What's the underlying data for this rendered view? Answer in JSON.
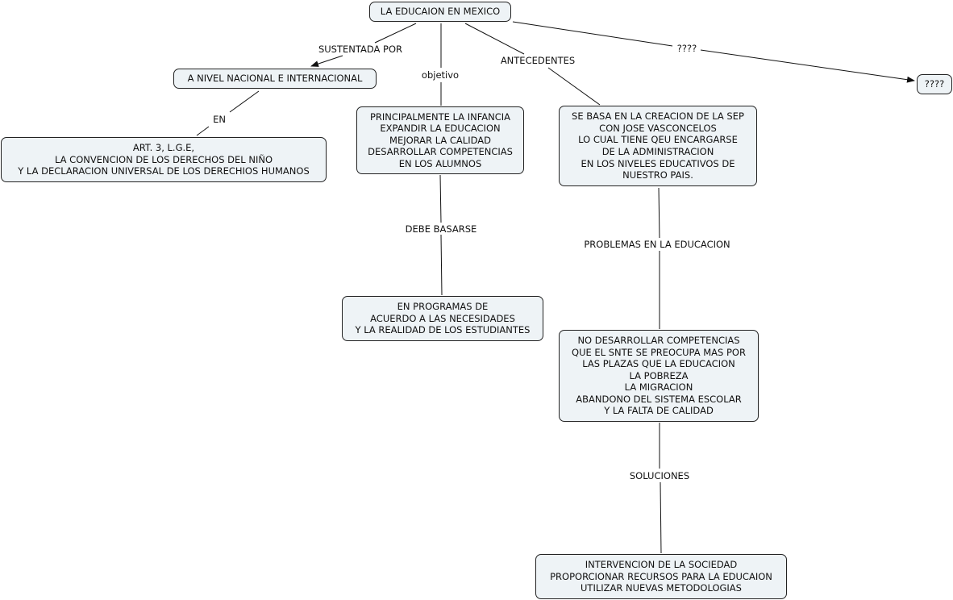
{
  "nodes": {
    "root": {
      "lines": [
        "LA EDUCAION EN MEXICO"
      ]
    },
    "unknown": {
      "lines": [
        "????"
      ]
    },
    "nivel": {
      "lines": [
        "A NIVEL NACIONAL E INTERNACIONAL"
      ]
    },
    "leyes": {
      "lines": [
        "ART. 3, L.G.E,",
        "LA CONVENCION DE LOS DERECHOS DEL NIÑO",
        "Y LA DECLARACION UNIVERSAL DE LOS DERECHIOS HUMANOS"
      ]
    },
    "objetivos": {
      "lines": [
        "PRINCIPALMENTE LA INFANCIA",
        "EXPANDIR LA EDUCACION",
        "MEJORAR LA CALIDAD",
        "DESARROLLAR COMPETENCIAS",
        "EN LOS ALUMNOS"
      ]
    },
    "programas": {
      "lines": [
        "EN PROGRAMAS DE",
        "ACUERDO A LAS NECESIDADES",
        "Y LA REALIDAD DE LOS ESTUDIANTES"
      ]
    },
    "sep": {
      "lines": [
        "SE BASA EN LA CREACION DE LA SEP",
        "CON JOSE VASCONCELOS",
        "LO CUAL TIENE QEU ENCARGARSE",
        "DE LA ADMINISTRACION",
        "EN LOS NIVELES EDUCATIVOS DE",
        "NUESTRO PAIS."
      ]
    },
    "problemas": {
      "lines": [
        "NO DESARROLLAR COMPETENCIAS",
        "QUE EL SNTE SE PREOCUPA MAS POR",
        "LAS PLAZAS QUE LA EDUCACION",
        "LA POBREZA",
        "LA MIGRACION",
        "ABANDONO DEL SISTEMA ESCOLAR",
        "Y LA FALTA DE CALIDAD"
      ]
    },
    "soluciones": {
      "lines": [
        "INTERVENCION DE LA SOCIEDAD",
        "PROPORCIONAR RECURSOS PARA LA EDUCAION",
        "UTILIZAR NUEVAS METODOLOGIAS"
      ]
    }
  },
  "links": {
    "sustentada": "SUSTENTADA POR",
    "en": "EN",
    "objetivo": "objetivo",
    "debe": "DEBE BASARSE",
    "antecedentes": "ANTECEDENTES",
    "problemas": "PROBLEMAS EN LA EDUCACION",
    "soluciones": "SOLUCIONES",
    "unknown": "????"
  },
  "colors": {
    "node_fill": "#eef3f6",
    "node_border": "#222222",
    "line": "#111111"
  }
}
